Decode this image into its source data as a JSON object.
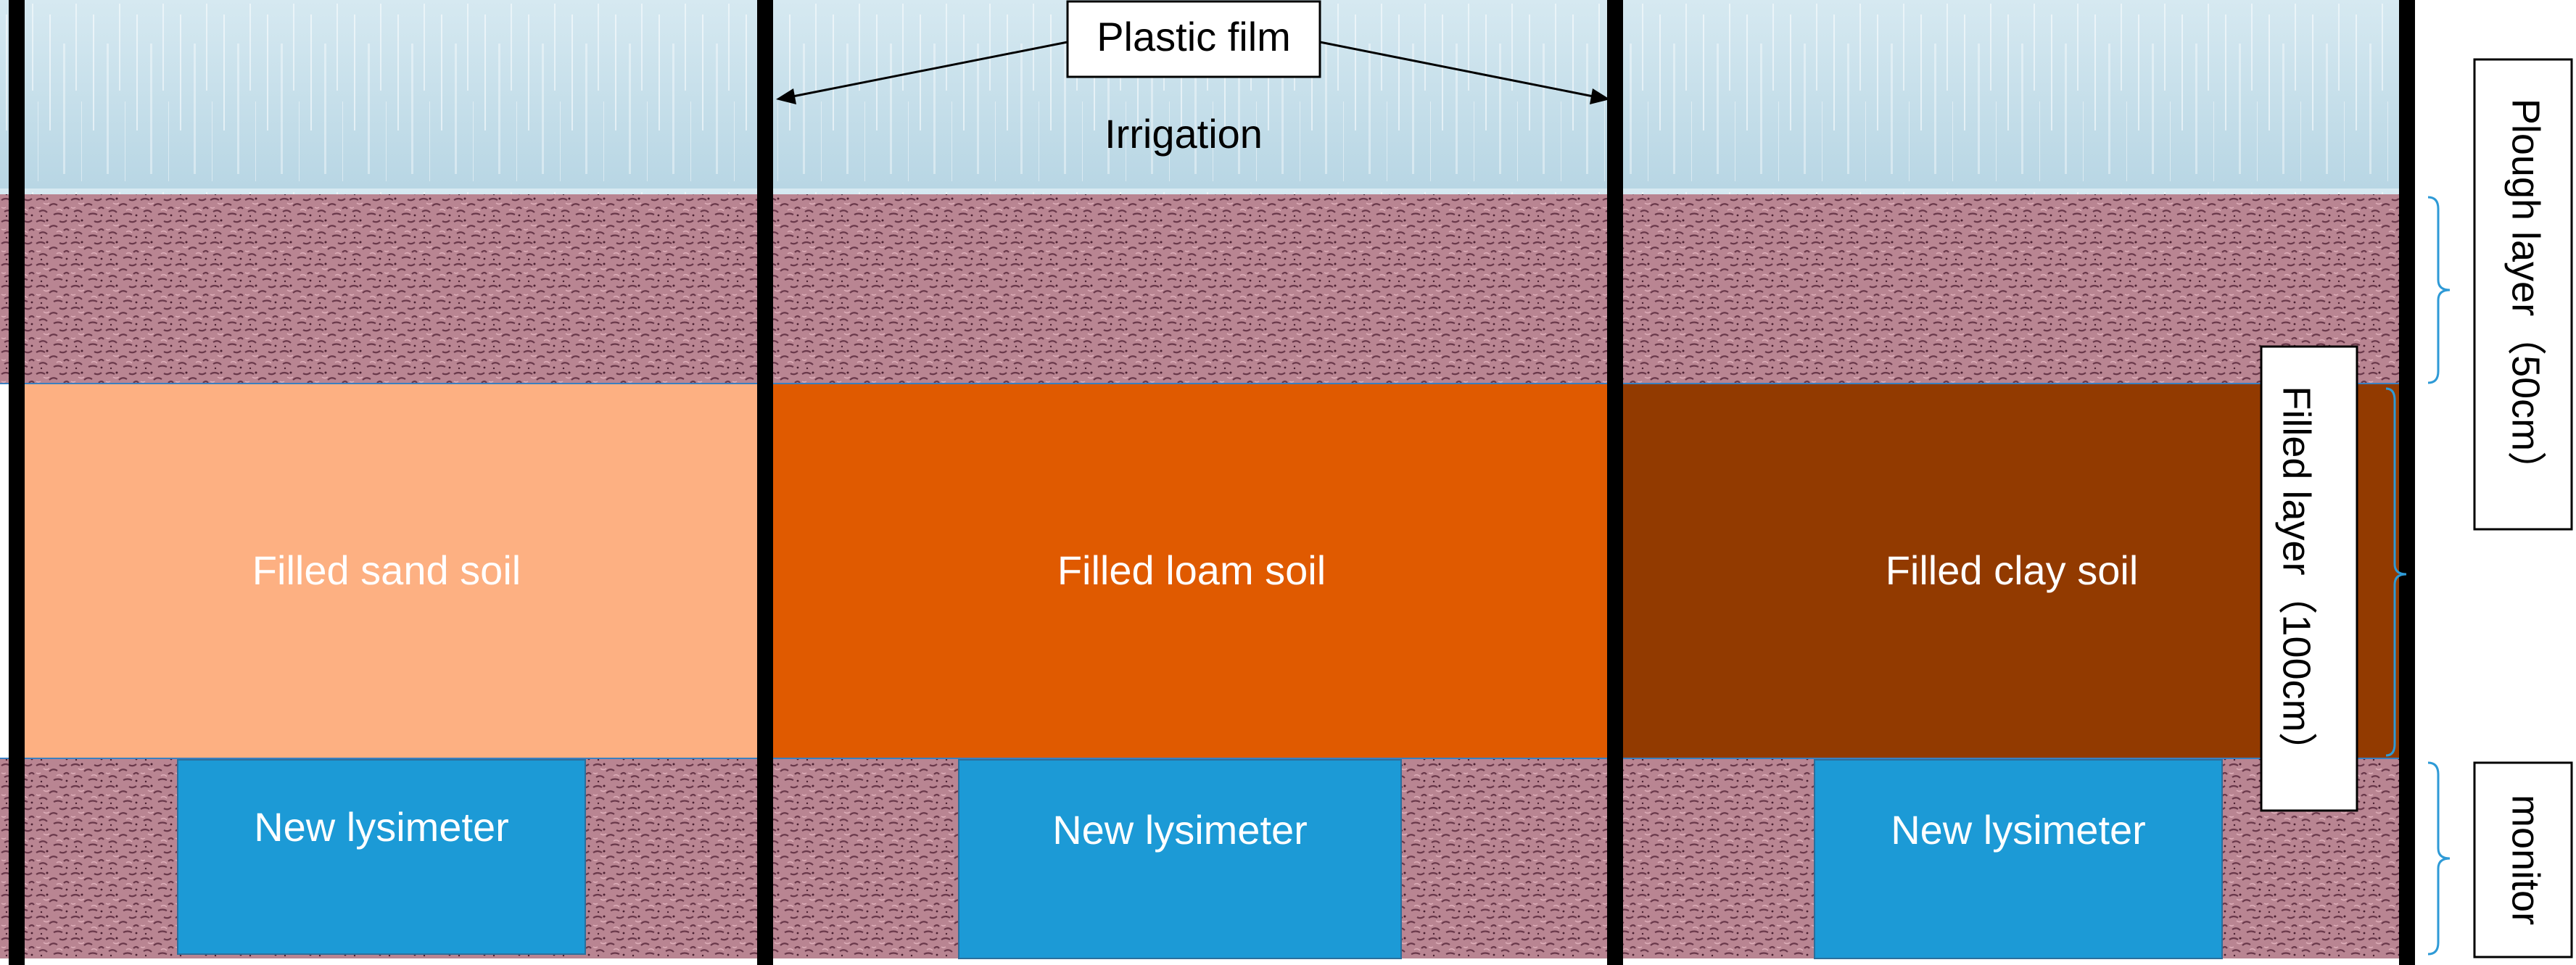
{
  "labels": {
    "plastic_film": "Plastic film",
    "irrigation": "Irrigation",
    "plough_layer": "Plough layer（50cm）",
    "filled_layer": "Filled layer（100cm）",
    "monitor": "monitor"
  },
  "columns": [
    {
      "fill_label": "Filled sand soil",
      "lysimeter_label": "New lysimeter"
    },
    {
      "fill_label": "Filled loam soil",
      "lysimeter_label": "New lysimeter"
    },
    {
      "fill_label": "Filled clay soil",
      "lysimeter_label": "New lysimeter"
    }
  ],
  "colors": {
    "sky": "#c3dde9",
    "soil_base": "#b98592",
    "soil_dark": "#5a2a3d",
    "sand_fill": "#fdb082",
    "loam_fill": "#e05a00",
    "clay_fill": "#923a00",
    "lysimeter": "#1c9ad6",
    "divider": "#000000",
    "bracket": "#2e9ad6"
  }
}
